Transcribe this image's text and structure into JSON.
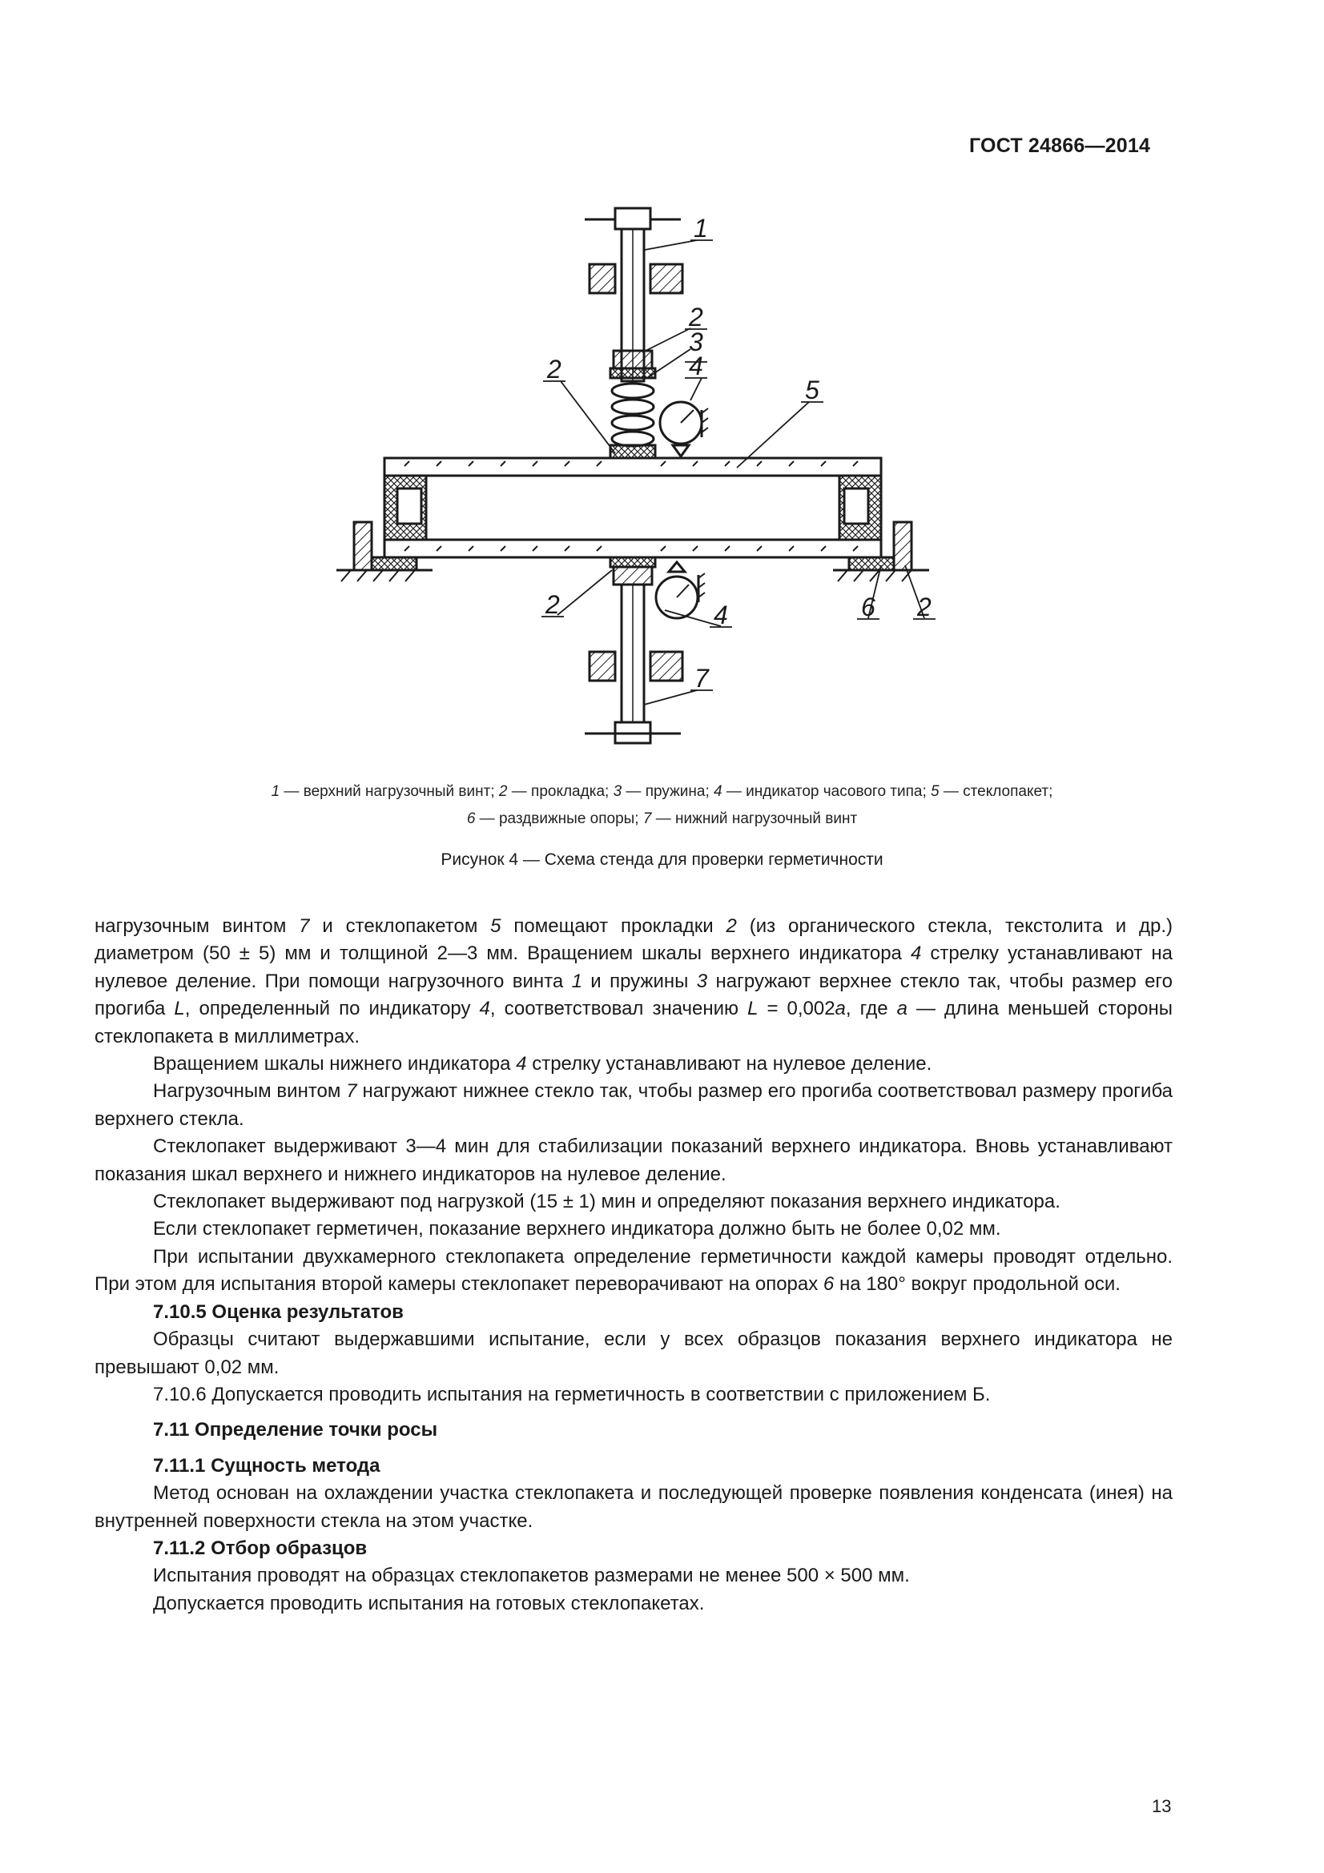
{
  "header": {
    "doc_code": "ГОСТ 24866—2014"
  },
  "figure": {
    "labels": [
      "1",
      "2",
      "3",
      "4",
      "5",
      "2",
      "2",
      "4",
      "6",
      "2",
      "7"
    ],
    "legend_line1": [
      {
        "n": "1",
        "t": " — верхний нагрузочный винт; "
      },
      {
        "n": "2",
        "t": " — прокладка; "
      },
      {
        "n": "3",
        "t": " — пружина; "
      },
      {
        "n": "4",
        "t": " — индикатор часового типа; "
      },
      {
        "n": "5",
        "t": " — стеклопакет;"
      }
    ],
    "legend_line2": [
      {
        "n": "6",
        "t": " — раздвижные опоры; "
      },
      {
        "n": "7",
        "t": " — нижний нагрузочный винт"
      }
    ],
    "caption": "Рисунок   4 — Схема стенда для проверки герметичности"
  },
  "body": {
    "p1": {
      "a": "нагрузочным винтом ",
      "n1": "7",
      "b": " и стеклопакетом ",
      "n2": "5",
      "c": " помещают прокладки ",
      "n3": "2",
      "d": " (из органического стекла, текстолита и др.) диаметром (50 ± 5) мм и толщиной 2—3 мм. Вращением шкалы верхнего индикатора ",
      "n4": "4",
      "e": " стрелку устанавливают на нулевое деление. При помощи нагрузочного винта ",
      "n5": "1",
      "f": " и пружины ",
      "n6": "3",
      "g": " нагружают верхнее стекло так, чтобы размер его прогиба ",
      "n7": "L",
      "h": ", определенный по индикатору ",
      "n8": "4",
      "i": ", соответствовал значению ",
      "n9": "L",
      "j": " = 0,002",
      "n10": "a",
      "k": ", где ",
      "n11": "a",
      "l": " — длина меньшей стороны стеклопакета в миллиметрах."
    },
    "p2": {
      "a": "Вращением шкалы нижнего индикатора ",
      "n": "4",
      "b": " стрелку устанавливают на нулевое деление."
    },
    "p3": {
      "a": "Нагрузочным винтом ",
      "n": "7",
      "b": " нагружают нижнее стекло так, чтобы размер его прогиба соответствовал размеру прогиба верхнего стекла."
    },
    "p4": "Стеклопакет выдерживают 3—4 мин для стабилизации показаний верхнего индикатора. Вновь устанавливают показания шкал верхнего и нижнего индикаторов на нулевое деление.",
    "p5": "Стеклопакет выдерживают под нагрузкой (15 ± 1) мин и определяют показания верхнего индикатора.",
    "p6": "Если стеклопакет герметичен, показание верхнего индикатора должно быть не более 0,02 мм.",
    "p7": {
      "a": "При испытании двухкамерного стеклопакета определение герметичности каждой камеры проводят отдельно. При этом для испытания второй камеры стеклопакет переворачивают на опорах ",
      "n": "6",
      "b": " на 180° вокруг продольной оси."
    },
    "h_7_10_5": "7.10.5  Оценка результатов",
    "p8": "Образцы считают выдержавшими испытание, если у всех образцов показания верхнего индикатора не превышают 0,02 мм.",
    "p9": "7.10.6  Допускается проводить испытания на герметичность в соответствии с приложением Б.",
    "h_7_11": "7.11  Определение точки росы",
    "h_7_11_1": "7.11.1  Сущность метода",
    "p10": "Метод основан на охлаждении участка стеклопакета и последующей проверке появления конденсата (инея) на внутренней поверхности стекла на этом участке.",
    "h_7_11_2": "7.11.2  Отбор образцов",
    "p11": "Испытания проводят на образцах стеклопакетов размерами не менее 500 × 500 мм.",
    "p12": "Допускается проводить испытания на готовых стеклопакетах."
  },
  "footer": {
    "page_number": "13"
  }
}
